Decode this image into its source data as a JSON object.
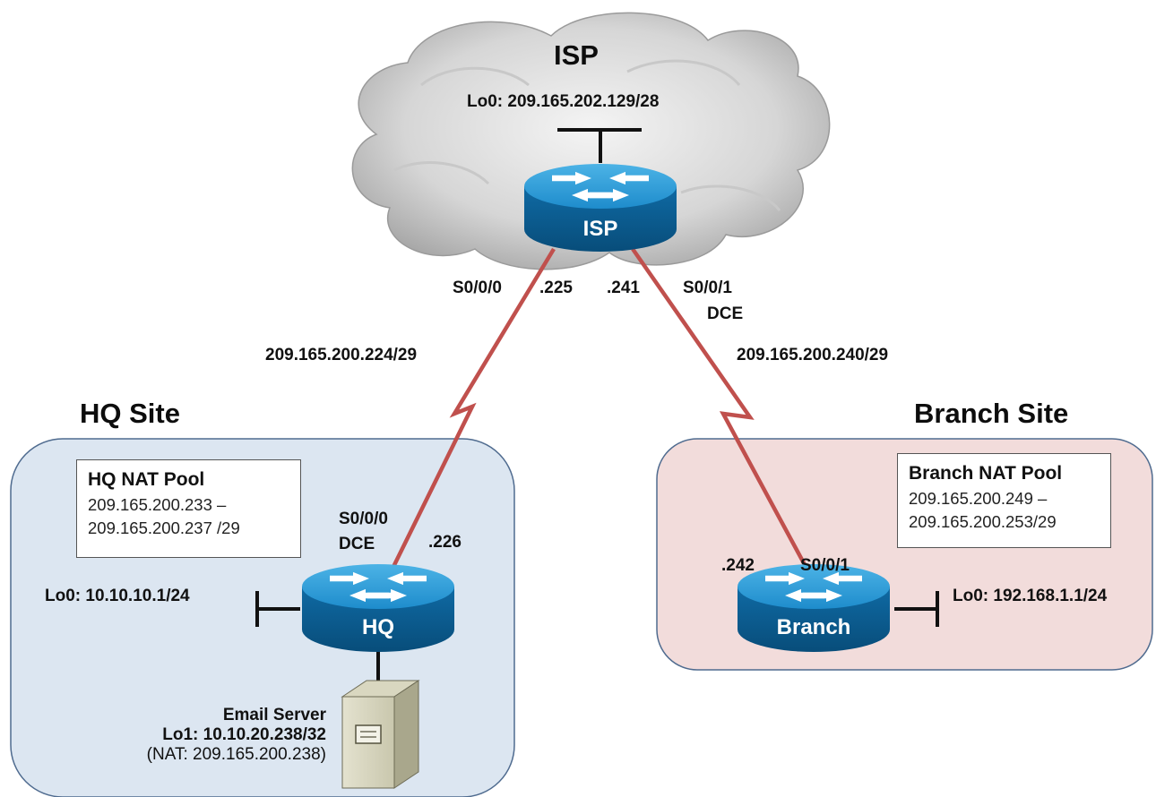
{
  "isp": {
    "title": "ISP",
    "router_name": "ISP",
    "loopback": "Lo0: 209.165.202.129/28",
    "s000_label": "S0/0/0",
    "s000_ip": ".225",
    "s001_ip": ".241",
    "s001_label": "S0/0/1",
    "s001_dce": "DCE"
  },
  "links": {
    "hq_network": "209.165.200.224/29",
    "branch_network": "209.165.200.240/29"
  },
  "hq": {
    "site_title": "HQ Site",
    "router_name": "HQ",
    "pool_title": "HQ NAT Pool",
    "pool_line1": "209.165.200.233 –",
    "pool_line2": "209.165.200.237 /29",
    "serial_label": "S0/0/0",
    "serial_dce": "DCE",
    "serial_ip": ".226",
    "loopback": "Lo0: 10.10.10.1/24",
    "server_name": "Email Server",
    "server_lo": "Lo1: 10.10.20.238/32",
    "server_nat": "(NAT:  209.165.200.238)"
  },
  "branch": {
    "site_title": "Branch Site",
    "router_name": "Branch",
    "pool_title": "Branch NAT Pool",
    "pool_line1": "209.165.200.249 –",
    "pool_line2": "209.165.200.253/29",
    "serial_ip": ".242",
    "serial_label": "S0/0/1",
    "loopback": "Lo0: 192.168.1.1/24"
  },
  "colors": {
    "link": "#c0504d",
    "router_top": "#2a9fd6",
    "router_side": "#0b5f94",
    "hq_area": "#dce6f1",
    "branch_area": "#f2dcdb",
    "cloud": "#d9d9d9"
  }
}
